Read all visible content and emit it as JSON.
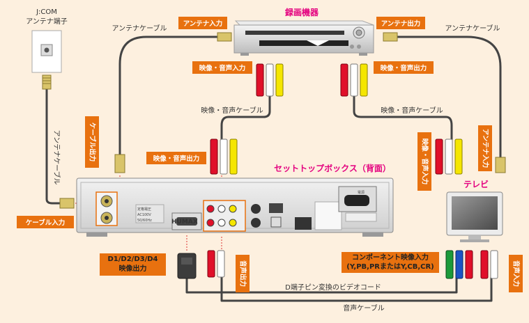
{
  "labels": {
    "jcom_line1": "J:COM",
    "jcom_line2": "アンテナ端子",
    "recorder_title": "録画機器",
    "antenna_cable_left": "アンテナケーブル",
    "antenna_cable_right": "アンテナケーブル",
    "antenna_cable_vertical": "アンテナケーブル",
    "av_cable_left": "映像・音声ケーブル",
    "av_cable_right": "映像・音声ケーブル",
    "stb_title": "セットトップボックス（背面）",
    "tv_title": "テレビ",
    "d_cable": "D端子ピン変換のビデオコード",
    "audio_cable": "音声ケーブル",
    "component_line1": "コンポーネント映像入力",
    "component_line2": "(Y,PB,PRまたはY,CB,CR)",
    "d_output_line1": "D1/D2/D3/D4",
    "d_output_line2": "映像出力",
    "brand": "HUMAX",
    "power": "電源"
  },
  "tags": {
    "antenna_in": "アンテナ入力",
    "antenna_out": "アンテナ出力",
    "av_in_left": "映像・音声入力",
    "av_out_right": "映像・音声出力",
    "av_out_stb": "映像・音声出力",
    "cable_out": "ケーブル出力",
    "cable_in": "ケーブル入力",
    "tv_av_in": "映像・音声入力",
    "tv_antenna_in": "アンテナ入力",
    "audio_out": "音声出力",
    "audio_in": "音声入力"
  },
  "colors": {
    "tag": "#e8710f",
    "title": "#e4007f",
    "background": "#fdf0df",
    "plug_red": "#e0102a",
    "plug_white": "#ffffff",
    "plug_yellow": "#f5e600",
    "plug_green": "#1b9a3a",
    "plug_blue": "#1c53c4"
  }
}
